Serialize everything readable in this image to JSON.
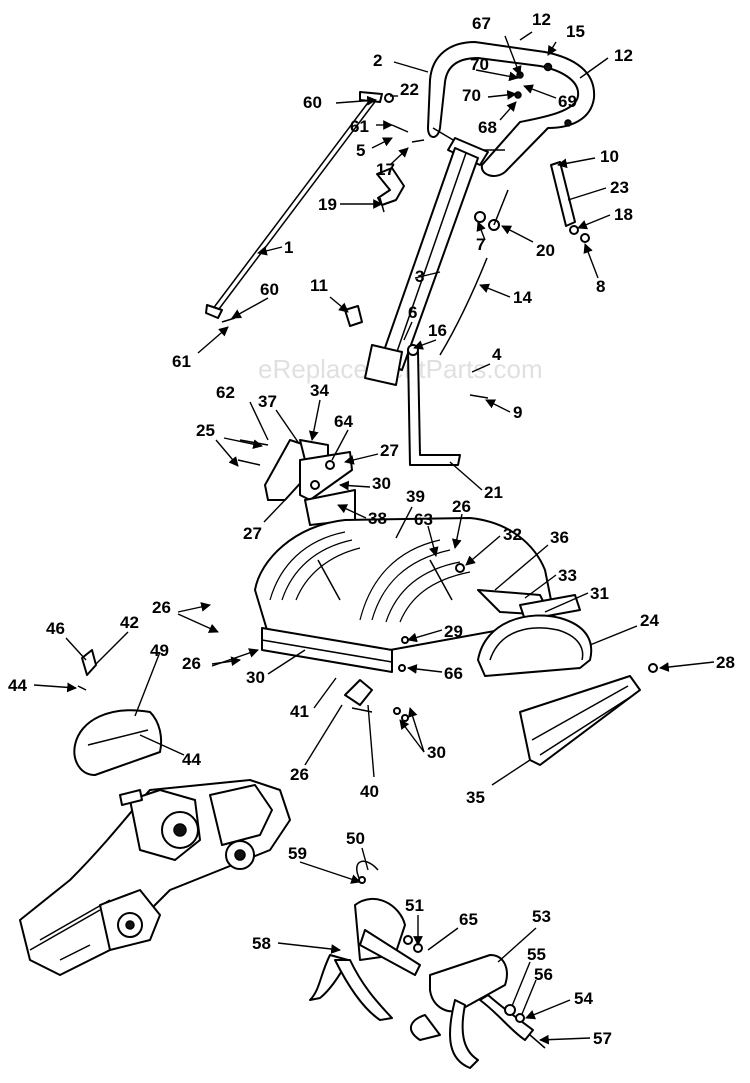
{
  "watermark": "eReplacementParts.com",
  "callouts": [
    {
      "id": "c67a",
      "text": "67"
    },
    {
      "id": "c12a",
      "text": "12"
    },
    {
      "id": "c15",
      "text": "15"
    },
    {
      "id": "c12b",
      "text": "12"
    },
    {
      "id": "c2",
      "text": "2"
    },
    {
      "id": "c70a",
      "text": "70"
    },
    {
      "id": "c70b",
      "text": "70"
    },
    {
      "id": "c69",
      "text": "69"
    },
    {
      "id": "c60a",
      "text": "60"
    },
    {
      "id": "c22",
      "text": "22"
    },
    {
      "id": "c61a",
      "text": "61"
    },
    {
      "id": "c68",
      "text": "68"
    },
    {
      "id": "c5",
      "text": "5"
    },
    {
      "id": "c17",
      "text": "17"
    },
    {
      "id": "c10",
      "text": "10"
    },
    {
      "id": "c23",
      "text": "23"
    },
    {
      "id": "c19",
      "text": "19"
    },
    {
      "id": "c18",
      "text": "18"
    },
    {
      "id": "c7",
      "text": "7"
    },
    {
      "id": "c20",
      "text": "20"
    },
    {
      "id": "c1",
      "text": "1"
    },
    {
      "id": "c8",
      "text": "8"
    },
    {
      "id": "c3",
      "text": "3"
    },
    {
      "id": "c11",
      "text": "11"
    },
    {
      "id": "c60b",
      "text": "60"
    },
    {
      "id": "c14",
      "text": "14"
    },
    {
      "id": "c6",
      "text": "6"
    },
    {
      "id": "c16",
      "text": "16"
    },
    {
      "id": "c61b",
      "text": "61"
    },
    {
      "id": "c4",
      "text": "4"
    },
    {
      "id": "c62",
      "text": "62"
    },
    {
      "id": "c37",
      "text": "37"
    },
    {
      "id": "c34",
      "text": "34"
    },
    {
      "id": "c9",
      "text": "9"
    },
    {
      "id": "c25",
      "text": "25"
    },
    {
      "id": "c64",
      "text": "64"
    },
    {
      "id": "c27a",
      "text": "27"
    },
    {
      "id": "c21",
      "text": "21"
    },
    {
      "id": "c30a",
      "text": "30"
    },
    {
      "id": "c39",
      "text": "39"
    },
    {
      "id": "c26a",
      "text": "26"
    },
    {
      "id": "c27b",
      "text": "27"
    },
    {
      "id": "c38",
      "text": "38"
    },
    {
      "id": "c63",
      "text": "63"
    },
    {
      "id": "c32",
      "text": "32"
    },
    {
      "id": "c36",
      "text": "36"
    },
    {
      "id": "c33",
      "text": "33"
    },
    {
      "id": "c31",
      "text": "31"
    },
    {
      "id": "c26b",
      "text": "26"
    },
    {
      "id": "c46",
      "text": "46"
    },
    {
      "id": "c42",
      "text": "42"
    },
    {
      "id": "c29",
      "text": "29"
    },
    {
      "id": "c24",
      "text": "24"
    },
    {
      "id": "c49",
      "text": "49"
    },
    {
      "id": "c28",
      "text": "28"
    },
    {
      "id": "c66",
      "text": "66"
    },
    {
      "id": "c26c",
      "text": "26"
    },
    {
      "id": "c44a",
      "text": "44"
    },
    {
      "id": "c30b",
      "text": "30"
    },
    {
      "id": "c41",
      "text": "41"
    },
    {
      "id": "c44b",
      "text": "44"
    },
    {
      "id": "c26d",
      "text": "26"
    },
    {
      "id": "c30c",
      "text": "30"
    },
    {
      "id": "c40",
      "text": "40"
    },
    {
      "id": "c35",
      "text": "35"
    },
    {
      "id": "c50",
      "text": "50"
    },
    {
      "id": "c59",
      "text": "59"
    },
    {
      "id": "c53",
      "text": "53"
    },
    {
      "id": "c51",
      "text": "51"
    },
    {
      "id": "c65",
      "text": "65"
    },
    {
      "id": "c58",
      "text": "58"
    },
    {
      "id": "c55",
      "text": "55"
    },
    {
      "id": "c56",
      "text": "56"
    },
    {
      "id": "c54",
      "text": "54"
    },
    {
      "id": "c57",
      "text": "57"
    }
  ]
}
